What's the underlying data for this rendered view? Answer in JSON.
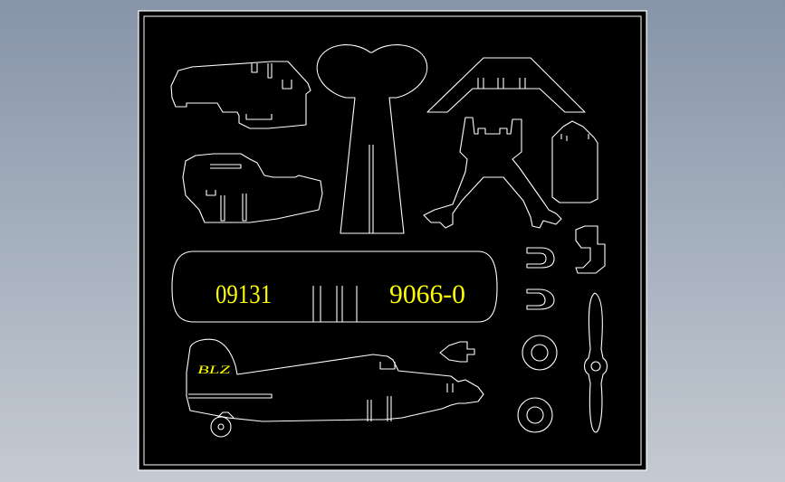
{
  "drawing": {
    "colors": {
      "background": "#000000",
      "outline": "#ffffff",
      "text": "#ffff00"
    },
    "labels": {
      "part_number_left": "09131",
      "part_number_right": "9066-0",
      "registration": "BLZ"
    }
  }
}
